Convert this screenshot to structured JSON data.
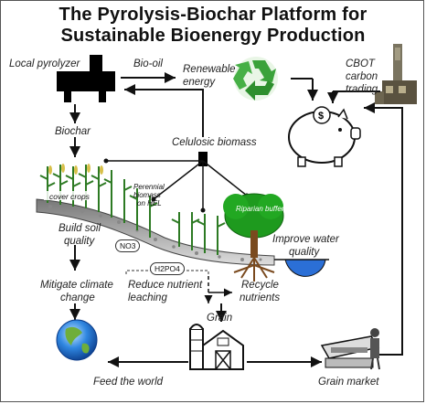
{
  "title": {
    "line1": "The Pyrolysis-Biochar Platform for",
    "line2": "Sustainable Bioenergy Production"
  },
  "labels": {
    "local_pyrolyzer": "Local pyrolyzer",
    "bio_oil": "Bio-oil",
    "renewable_energy_1": "Renewable",
    "renewable_energy_2": "energy",
    "cbot_1": "CBOT",
    "cbot_2": "carbon",
    "cbot_3": "trading",
    "biochar": "Biochar",
    "cellulosic_biomass": "Celulosic biomass",
    "cover_crops": "cover crops",
    "perennial_1": "Perennial",
    "perennial_2": "biomass",
    "perennial_3": "on HEL",
    "riparian_buffer": "Riparian buffer",
    "build_soil_quality_1": "Build soil",
    "build_soil_quality_2": "quality",
    "improve_water_quality_1": "Improve water",
    "improve_water_quality_2": "quality",
    "no3": "NO3",
    "h2po4": "H2PO4",
    "mitigate_1": "Mitigate climate",
    "mitigate_2": "change",
    "reduce_1": "Reduce nutrient",
    "reduce_2": "leaching",
    "recycle_1": "Recycle",
    "recycle_2": "nutrients",
    "grain": "Grain",
    "feed_the_world": "Feed the world",
    "grain_market": "Grain market"
  },
  "icons": [
    "pyrolyzer-icon",
    "recycle-icon",
    "factory-icon",
    "piggy-bank-icon",
    "crop-icon",
    "tree-icon",
    "pond-icon",
    "globe-icon",
    "barn-silo-icon",
    "market-trader-icon"
  ],
  "colors": {
    "recycle_green": "#3aa23a",
    "globe_blue": "#1f6fd1",
    "tree_green": "#1e9a1e",
    "water_blue": "#2b6fd6"
  }
}
